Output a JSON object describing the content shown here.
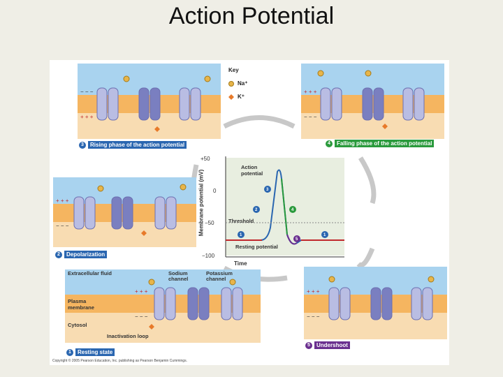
{
  "title": "Action Potential",
  "key": {
    "title": "Key",
    "na": "Na⁺",
    "k": "K⁺"
  },
  "steps": [
    {
      "num": "1",
      "label": "Resting state"
    },
    {
      "num": "2",
      "label": "Depolarization"
    },
    {
      "num": "3",
      "label": "Rising phase of the action potential"
    },
    {
      "num": "4",
      "label": "Falling phase of the action potential"
    },
    {
      "num": "5",
      "label": "Undershoot"
    }
  ],
  "resting_labels": {
    "ecf": "Extracellular fluid",
    "plasma_1": "Plasma",
    "plasma_2": "membrane",
    "cytosol": "Cytosol",
    "sodium_1": "Sodium",
    "sodium_2": "channel",
    "potassium_1": "Potassium",
    "potassium_2": "channel",
    "loop": "Inactivation loop"
  },
  "graph": {
    "ylabel": "Membrane potential (mV)",
    "xlabel": "Time",
    "ticks": [
      "+50",
      "0",
      "−50",
      "−100"
    ],
    "action_label_1": "Action",
    "action_label_2": "potential",
    "threshold": "Threshold",
    "resting": "Resting potential"
  },
  "copyright": "Copyright © 2005 Pearson Education, Inc. publishing as Pearson Benjamin Cummings.",
  "colors": {
    "membrane": "#f5b560",
    "ecf": "#a9d3ef",
    "cytosol": "#f8dcb2",
    "channel": "#b9bde3",
    "channel_dark": "#6b6fb0",
    "rising": "#2a66b0",
    "falling": "#2a9a3c",
    "undershoot": "#6a2f8f",
    "resting": "#c0282d"
  }
}
